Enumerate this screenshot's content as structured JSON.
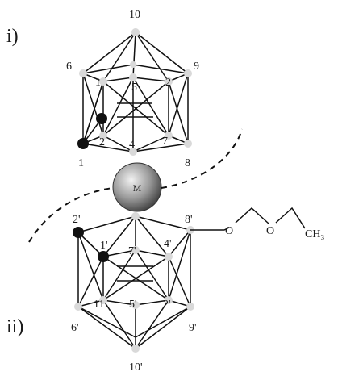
{
  "part_labels": {
    "top": "i)",
    "bottom": "ii)"
  },
  "metal_label": "M",
  "cage_top_labels": {
    "v10": "10",
    "v6": "6",
    "v1": "1",
    "v5": "5",
    "v2": "2",
    "v9": "9",
    "c1": "1",
    "c2": "2",
    "v4": "4",
    "v7": "7",
    "v8": "8"
  },
  "cage_bottom_labels": {
    "v2p": "2'",
    "v8p": "8'",
    "v1p": "1'",
    "v7p": "7'",
    "v4p": "4'",
    "v11p": "11",
    "v5p": "5'",
    "v2pp": "2'",
    "v6p": "6'",
    "v9p": "9'",
    "v10p": "10'"
  },
  "substituent_labels": {
    "o1": "O",
    "o2": "O",
    "ch3": "CH₃"
  },
  "colors": {
    "line": "#111111",
    "vertex": "#d9d9d9",
    "carbon": "#111111",
    "metal": "#8a8a8a"
  }
}
